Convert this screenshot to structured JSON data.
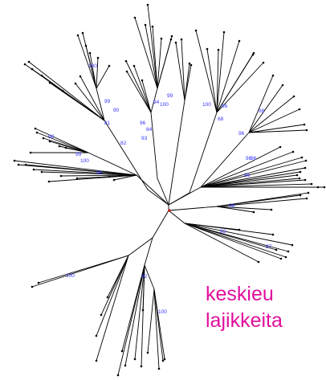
{
  "colors": {
    "branch": "#000000",
    "tip": "#000000",
    "bootstrap_label": "#3333ff",
    "caption": "#e0109c",
    "root_marker": "#cc0000"
  },
  "tree": {
    "bootstrap_values": [
      "100",
      "99",
      "90",
      "81",
      "82",
      "98",
      "99",
      "100",
      "98",
      "94",
      "100",
      "96",
      "84",
      "93",
      "99",
      "100",
      "86",
      "68",
      "98",
      "96",
      "98",
      "96",
      "86",
      "98",
      "83",
      "97",
      "100",
      "82",
      "100"
    ]
  },
  "caption": {
    "line1": "keskieu",
    "line2": "lajikkeita"
  }
}
